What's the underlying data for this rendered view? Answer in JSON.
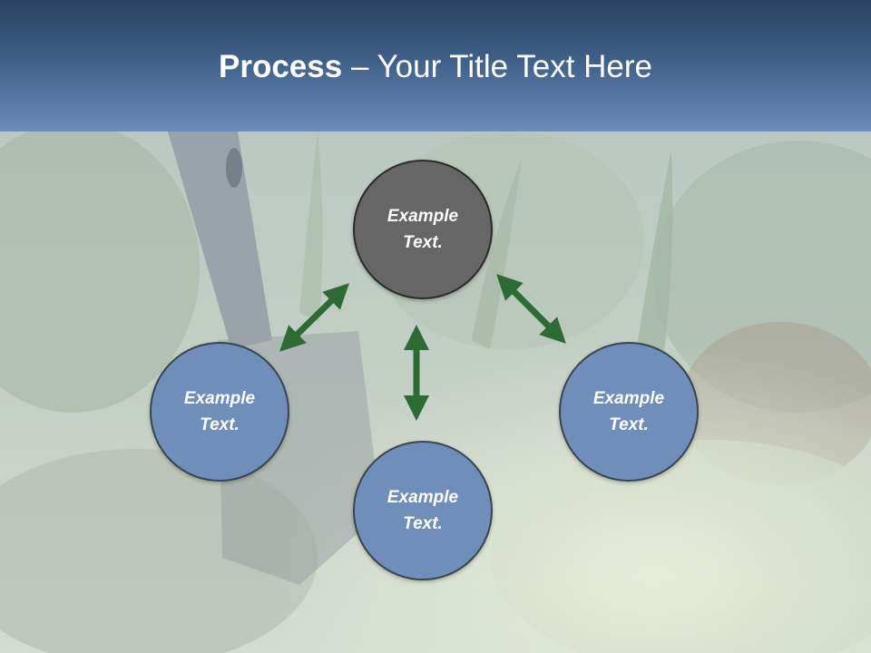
{
  "title": {
    "bold": "Process",
    "rest": " – Your Title Text Here"
  },
  "colors": {
    "title_bar_top": "#2b4260",
    "title_bar_bottom": "#6b8db8",
    "node_dark": "#666666",
    "node_blue": "#6f8fba",
    "arrow_green": "#2d6a34"
  },
  "nodes": {
    "top": {
      "label": "Example\nText."
    },
    "left": {
      "label": "Example\nText."
    },
    "right": {
      "label": "Example\nText."
    },
    "bottom": {
      "label": "Example\nText."
    }
  },
  "connectors": [
    {
      "from": "top",
      "to": "left",
      "style": "double-headed"
    },
    {
      "from": "top",
      "to": "right",
      "style": "double-headed"
    },
    {
      "from": "top",
      "to": "bottom",
      "style": "double-headed"
    }
  ]
}
